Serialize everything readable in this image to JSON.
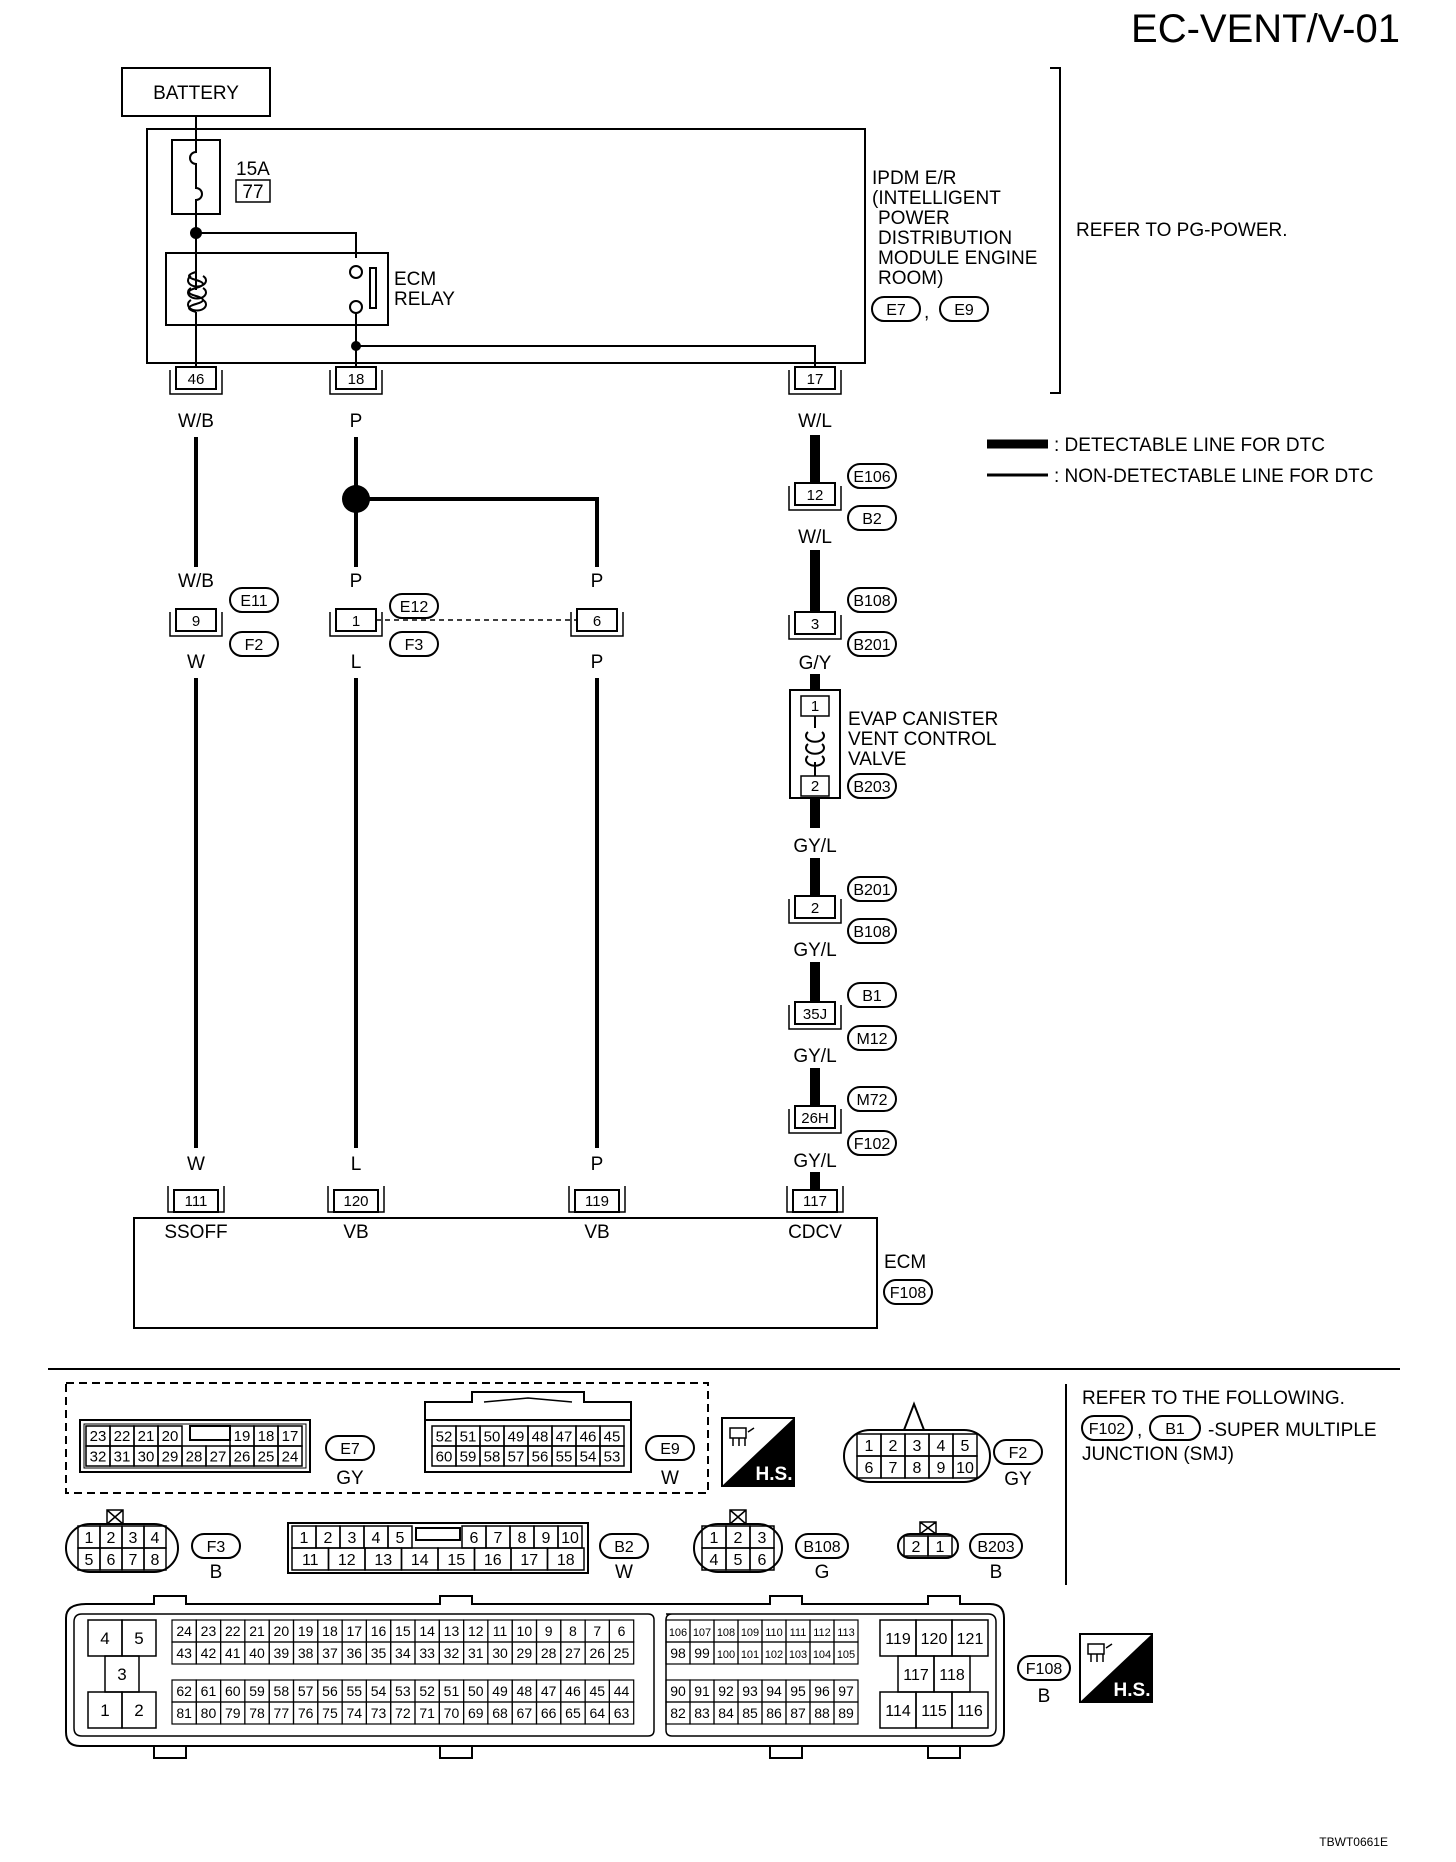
{
  "page_id": "EC-VENT/V-01",
  "footer_code": "TBWT0661E",
  "battery_label": "BATTERY",
  "fuse": {
    "rating": "15A",
    "number": "77"
  },
  "relay_label": [
    "ECM",
    "RELAY"
  ],
  "ipdm": {
    "label_lines": [
      "IPDM E/R",
      "(INTELLIGENT",
      "POWER",
      "DISTRIBUTION",
      "MODULE ENGINE",
      "ROOM)"
    ],
    "connectors": [
      "E7",
      "E9"
    ],
    "separator": ",",
    "refer": "REFER TO PG-POWER."
  },
  "legend": {
    "detectable": ": DETECTABLE LINE FOR DTC",
    "non_detectable": ": NON-DETECTABLE LINE FOR DTC"
  },
  "wires": {
    "a": {
      "pin_top": "46",
      "c_top": "W/B",
      "c_mid": "W/B",
      "joint": "9",
      "conn1": "E11",
      "conn2": "F2",
      "c_mid2": "W",
      "c_bot": "W",
      "pin_ecm": "111",
      "sig": "SSOFF"
    },
    "b": {
      "pin_top": "18",
      "c_top": "P",
      "c_mid": "P",
      "joint": "1",
      "conn1": "E12",
      "conn2": "F3",
      "c_mid2": "L",
      "c_bot": "L",
      "pin_ecm": "120",
      "sig": "VB"
    },
    "c": {
      "c_mid": "P",
      "joint": "6",
      "c_mid2": "P",
      "c_bot": "P",
      "pin_ecm": "119",
      "sig": "VB"
    },
    "d": {
      "pin_top": "17",
      "c_top": "W/L",
      "j1": {
        "pin": "12",
        "a": "E106",
        "b": "B2"
      },
      "c2": "W/L",
      "j2": {
        "pin": "3",
        "a": "B108",
        "b": "B201"
      },
      "c3": "G/Y",
      "valve": {
        "pin1": "1",
        "pin2": "2",
        "lines": [
          "EVAP CANISTER",
          "VENT CONTROL",
          "VALVE"
        ],
        "conn": "B203"
      },
      "c4": "GY/L",
      "j3": {
        "pin": "2",
        "a": "B201",
        "b": "B108"
      },
      "c5": "GY/L",
      "j4": {
        "pin": "35J",
        "a": "B1",
        "b": "M12"
      },
      "c6": "GY/L",
      "j5": {
        "pin": "26H",
        "a": "M72",
        "b": "F102"
      },
      "c7": "GY/L",
      "pin_ecm": "117",
      "sig": "CDCV"
    }
  },
  "ecm": {
    "label": "ECM",
    "conn": "F108"
  },
  "connector_views": {
    "e7": {
      "id": "E7",
      "color": "GY",
      "row1": [
        "23",
        "22",
        "21",
        "20",
        "",
        "19",
        "18",
        "17"
      ],
      "row2": [
        "32",
        "31",
        "30",
        "29",
        "28",
        "27",
        "26",
        "25",
        "24"
      ]
    },
    "e9": {
      "id": "E9",
      "color": "W",
      "row1": [
        "52",
        "51",
        "50",
        "49",
        "48",
        "47",
        "46",
        "45"
      ],
      "row2": [
        "60",
        "59",
        "58",
        "57",
        "56",
        "55",
        "54",
        "53"
      ]
    },
    "f2": {
      "id": "F2",
      "color": "GY",
      "row1": [
        "1",
        "2",
        "3",
        "4",
        "5"
      ],
      "row2": [
        "6",
        "7",
        "8",
        "9",
        "10"
      ]
    },
    "f3": {
      "id": "F3",
      "color": "B",
      "row1": [
        "1",
        "2",
        "3",
        "4"
      ],
      "row2": [
        "5",
        "6",
        "7",
        "8"
      ]
    },
    "b2": {
      "id": "B2",
      "color": "W",
      "row1": [
        "1",
        "2",
        "3",
        "4",
        "5",
        "6",
        "7",
        "8",
        "9",
        "10"
      ],
      "row2": [
        "11",
        "12",
        "13",
        "14",
        "15",
        "16",
        "17",
        "18"
      ]
    },
    "b108": {
      "id": "B108",
      "color": "G",
      "row1": [
        "1",
        "2",
        "3"
      ],
      "row2": [
        "4",
        "5",
        "6"
      ]
    },
    "b203": {
      "id": "B203",
      "color": "B",
      "row1": [
        "2",
        "1"
      ]
    },
    "f108": {
      "id": "F108",
      "color": "B",
      "left": {
        "top": [
          "4",
          "5"
        ],
        "mid": [
          "3"
        ],
        "bot": [
          "1",
          "2"
        ]
      },
      "m_r1": [
        "24",
        "23",
        "22",
        "21",
        "20",
        "19",
        "18",
        "17",
        "16",
        "15",
        "14",
        "13",
        "12",
        "11",
        "10",
        "9",
        "8",
        "7",
        "6"
      ],
      "m_r2": [
        "43",
        "42",
        "41",
        "40",
        "39",
        "38",
        "37",
        "36",
        "35",
        "34",
        "33",
        "32",
        "31",
        "30",
        "29",
        "28",
        "27",
        "26",
        "25"
      ],
      "m_r3": [
        "62",
        "61",
        "60",
        "59",
        "58",
        "57",
        "56",
        "55",
        "54",
        "53",
        "52",
        "51",
        "50",
        "49",
        "48",
        "47",
        "46",
        "45",
        "44"
      ],
      "m_r4": [
        "81",
        "80",
        "79",
        "78",
        "77",
        "76",
        "75",
        "74",
        "73",
        "72",
        "71",
        "70",
        "69",
        "68",
        "67",
        "66",
        "65",
        "64",
        "63"
      ],
      "r_r1": [
        "106",
        "107",
        "108",
        "109",
        "110",
        "111",
        "112",
        "113"
      ],
      "r_r2": [
        "98",
        "99",
        "100",
        "101",
        "102",
        "103",
        "104",
        "105"
      ],
      "r_r3": [
        "90",
        "91",
        "92",
        "93",
        "94",
        "95",
        "96",
        "97"
      ],
      "r_r4": [
        "82",
        "83",
        "84",
        "85",
        "86",
        "87",
        "88",
        "89"
      ],
      "rr_top": [
        "119",
        "120",
        "121"
      ],
      "rr_mid": [
        "117",
        "118"
      ],
      "rr_bot": [
        "114",
        "115",
        "116"
      ]
    }
  },
  "hs_label": "H.S.",
  "refer_smj": {
    "line1": "REFER TO THE FOLLOWING.",
    "conns": [
      "F102",
      "B1"
    ],
    "sep": ",",
    "line2_tail": "-SUPER MULTIPLE",
    "line3": "JUNCTION (SMJ)"
  }
}
